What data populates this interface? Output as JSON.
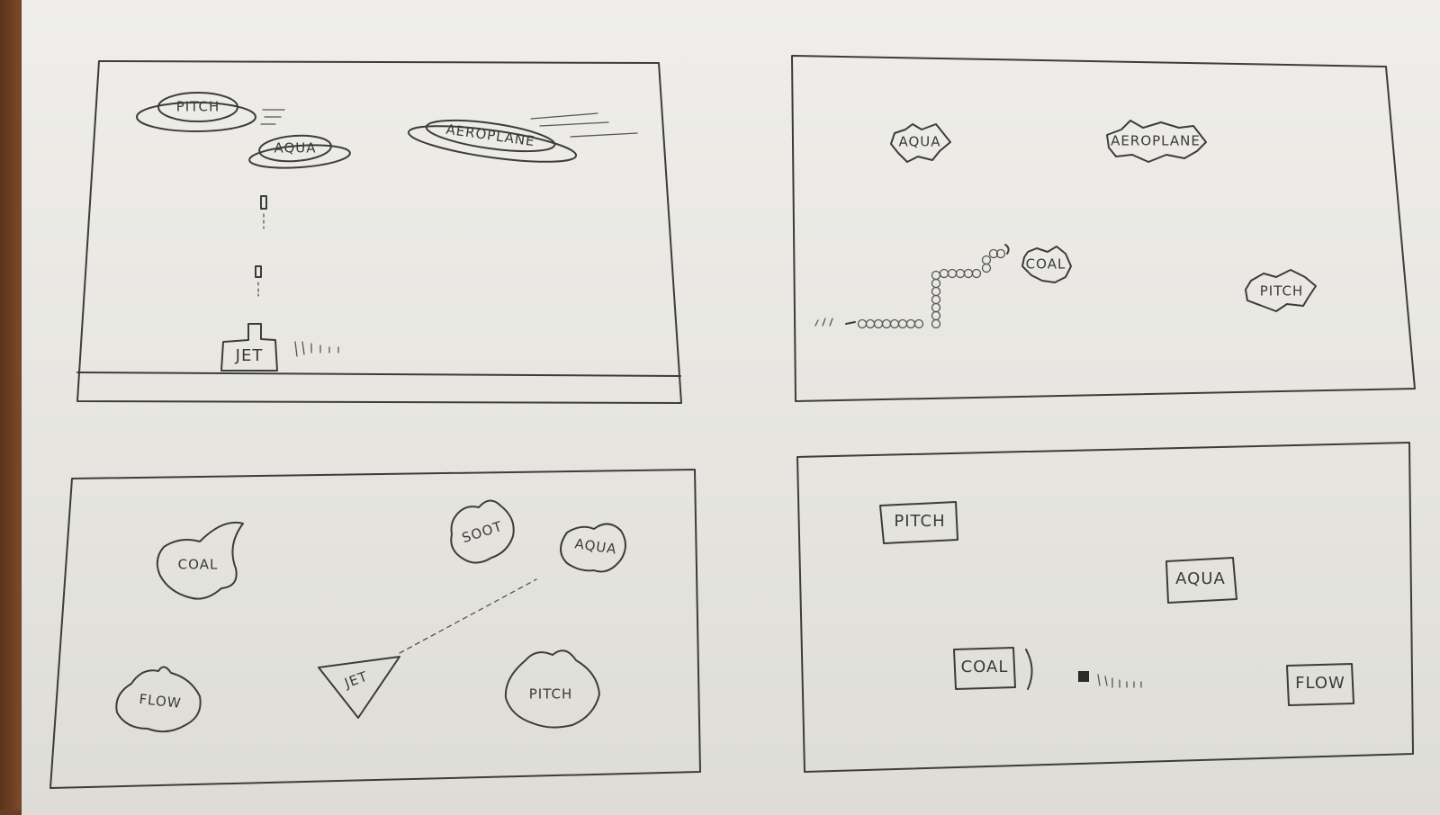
{
  "panels": [
    {
      "id": "panel-1",
      "labels": {
        "pitch": "PITCH",
        "aqua": "AQUA",
        "aeroplane": "AEROPLANE",
        "jet": "JET"
      }
    },
    {
      "id": "panel-2",
      "labels": {
        "aqua": "AQUA",
        "aeroplane": "AEROPLANE",
        "coal": "COAL",
        "pitch": "PITCH"
      }
    },
    {
      "id": "panel-3",
      "labels": {
        "coal": "COAL",
        "soot": "SOOT",
        "aqua": "AQUA",
        "flow": "FLOW",
        "jet": "JET",
        "pitch": "PITCH"
      }
    },
    {
      "id": "panel-4",
      "labels": {
        "pitch": "PITCH",
        "aqua": "AQUA",
        "coal": "COAL",
        "flow": "FLOW"
      }
    }
  ],
  "colors": {
    "ink": "#3c3c3c",
    "paper": "#e8e7e2",
    "wood": "#6b3d25"
  }
}
